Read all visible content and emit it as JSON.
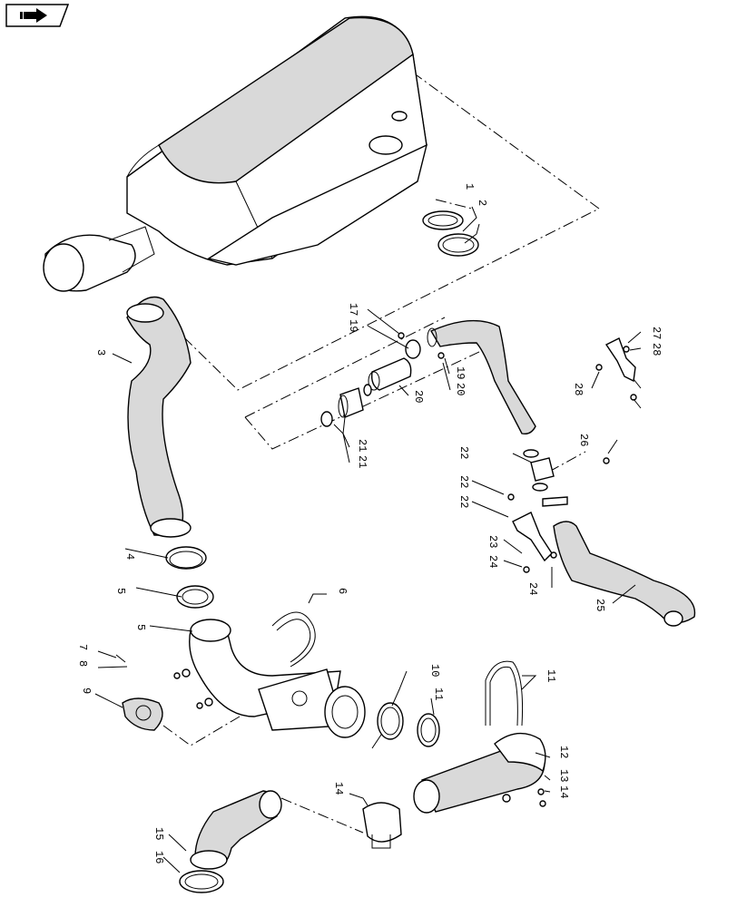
{
  "navigation": {
    "icon": "arrow-right-icon"
  },
  "callouts": [
    "1",
    "2",
    "3",
    "4",
    "5",
    "5",
    "6",
    "7",
    "8",
    "9",
    "10",
    "11",
    "11",
    "12",
    "13",
    "14",
    "14",
    "15",
    "16",
    "17",
    "19",
    "19",
    "20",
    "20",
    "21",
    "21",
    "22",
    "22",
    "22",
    "23",
    "24",
    "24",
    "25",
    "26",
    "27",
    "28",
    "28"
  ],
  "colors": {
    "line": "#000000",
    "fill": "#ffffff",
    "shade": "#d9d9d9"
  }
}
